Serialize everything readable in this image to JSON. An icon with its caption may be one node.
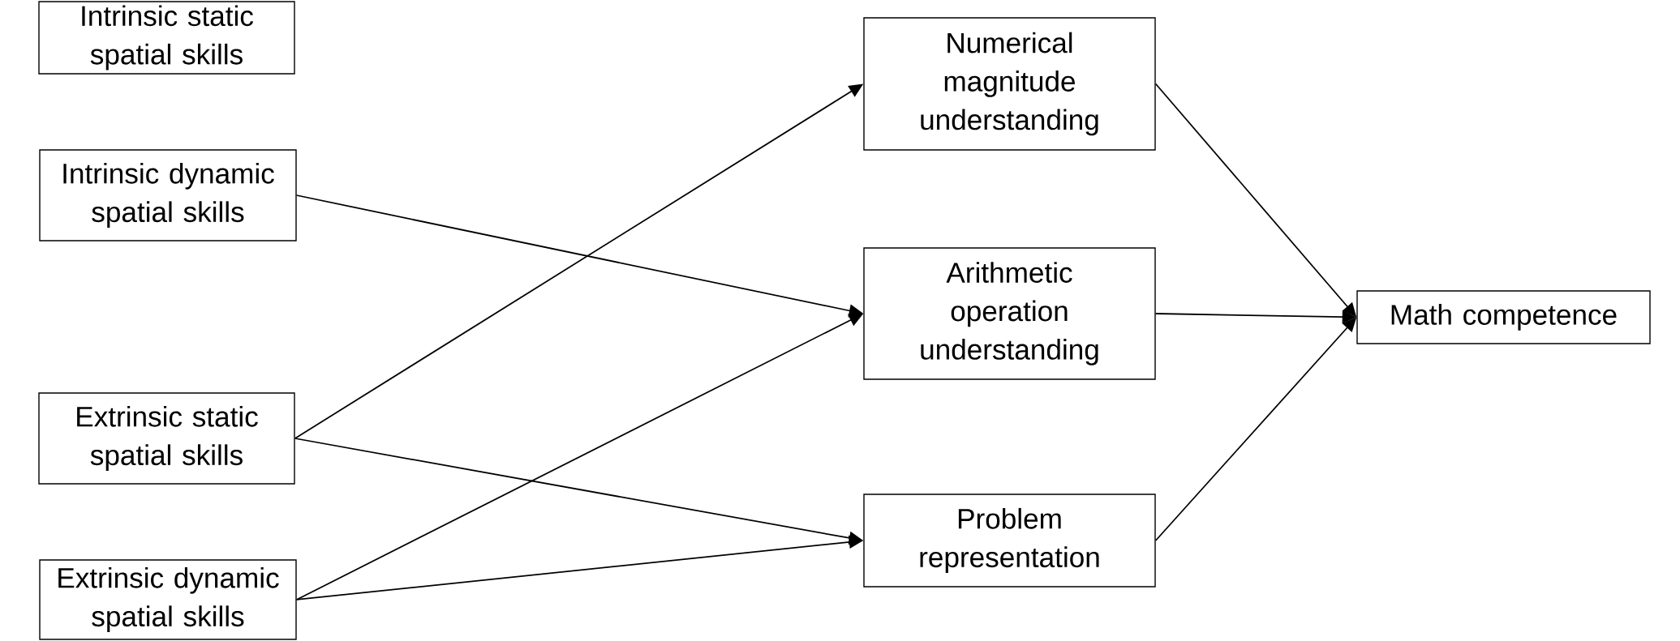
{
  "diagram": {
    "nodes": [
      {
        "text": [
          "Intrinsic static spatial skills"
        ]
      },
      {
        "text": [
          "Intrinsic dynamic spatial skills"
        ]
      },
      {
        "text": [
          "Extrinsic static spatial skills"
        ]
      },
      {
        "text": [
          "Extrinsic dynamic spatial skills"
        ]
      },
      {
        "text": [
          "Numerical magnitude understanding"
        ]
      },
      {
        "text": [
          "Arithmetic operation understanding"
        ]
      },
      {
        "text": [
          "Problem representation"
        ]
      },
      {
        "text": [
          "Math competence"
        ]
      }
    ],
    "edges": [
      {
        "from": 1,
        "to": 5,
        "arrow": "to"
      },
      {
        "from": 2,
        "to": 4,
        "arrow": "to"
      },
      {
        "from": 2,
        "to": 6,
        "arrow": "to"
      },
      {
        "from": 3,
        "to": 5,
        "arrow": "to"
      },
      {
        "from": 3,
        "to": 6,
        "arrow": "to"
      },
      {
        "from": 4,
        "to": 7,
        "arrow": "to"
      },
      {
        "from": 5,
        "to": 7,
        "arrow": "to"
      },
      {
        "from": 6,
        "to": 7,
        "arrow": "to"
      }
    ]
  }
}
